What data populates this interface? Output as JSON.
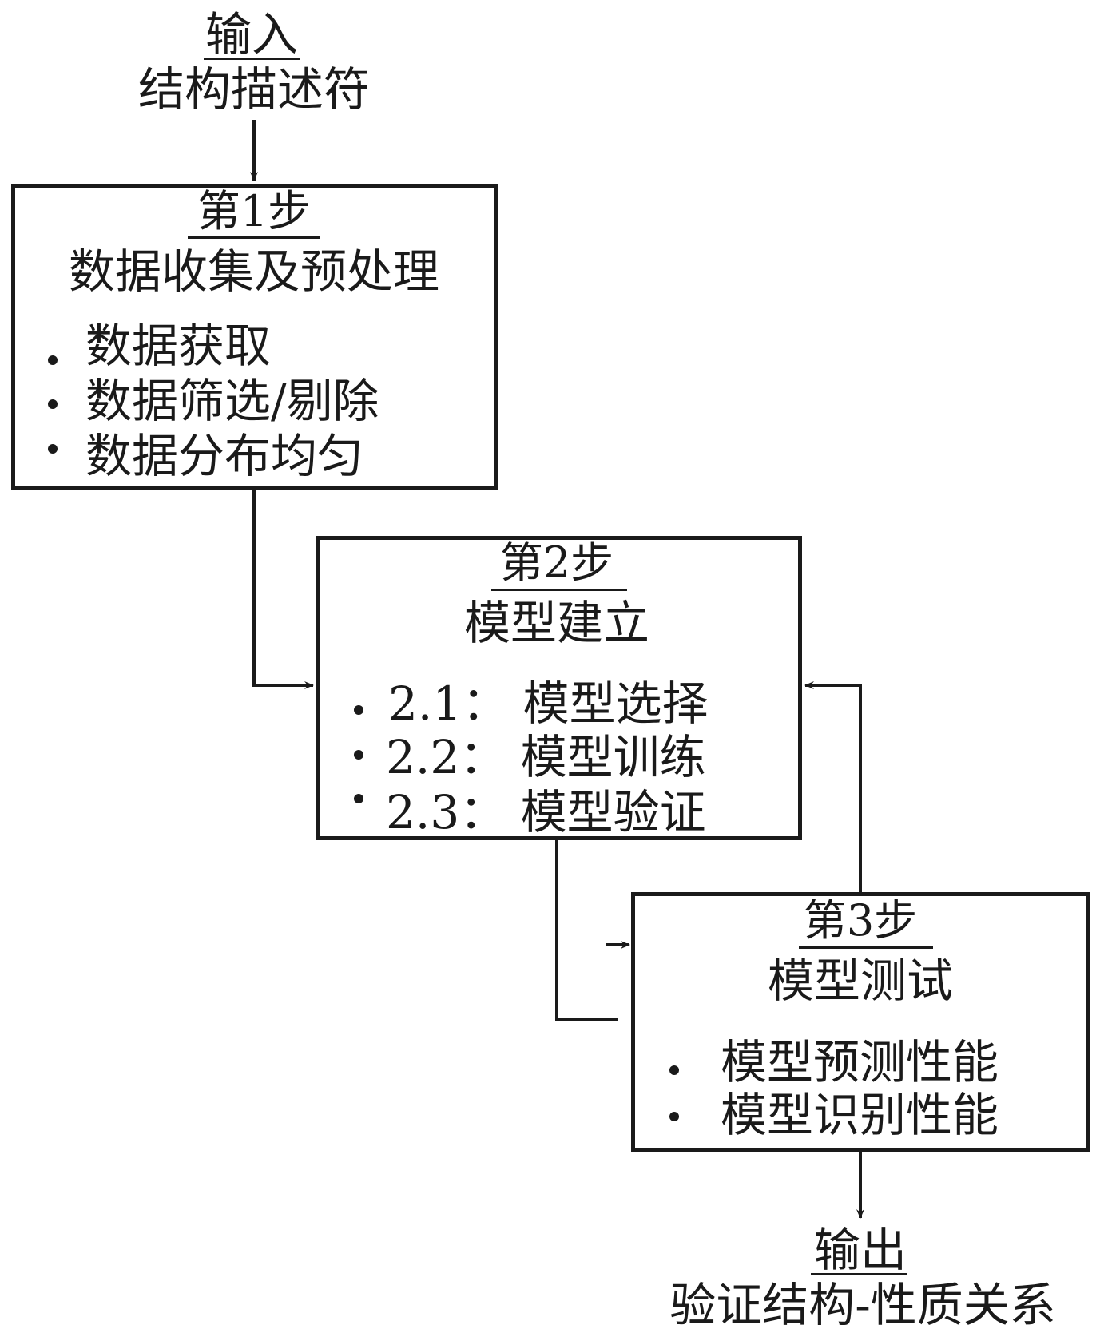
{
  "input": {
    "label": "输入",
    "desc": "结构描述符"
  },
  "steps": [
    {
      "title": "第1步",
      "name": "数据收集及预处理",
      "items": [
        "数据获取",
        "数据筛选/剔除",
        "数据分布均匀"
      ]
    },
    {
      "title": "第2步",
      "name": "模型建立",
      "items": [
        "2.1：  模型选择",
        "2.2：  模型训练",
        "2.3：  模型验证"
      ]
    },
    {
      "title": "第3步",
      "name": "模型测试",
      "items": [
        "模型预测性能",
        "模型识别性能"
      ]
    }
  ],
  "output": {
    "label": "输出",
    "desc": "验证结构-性质关系"
  }
}
